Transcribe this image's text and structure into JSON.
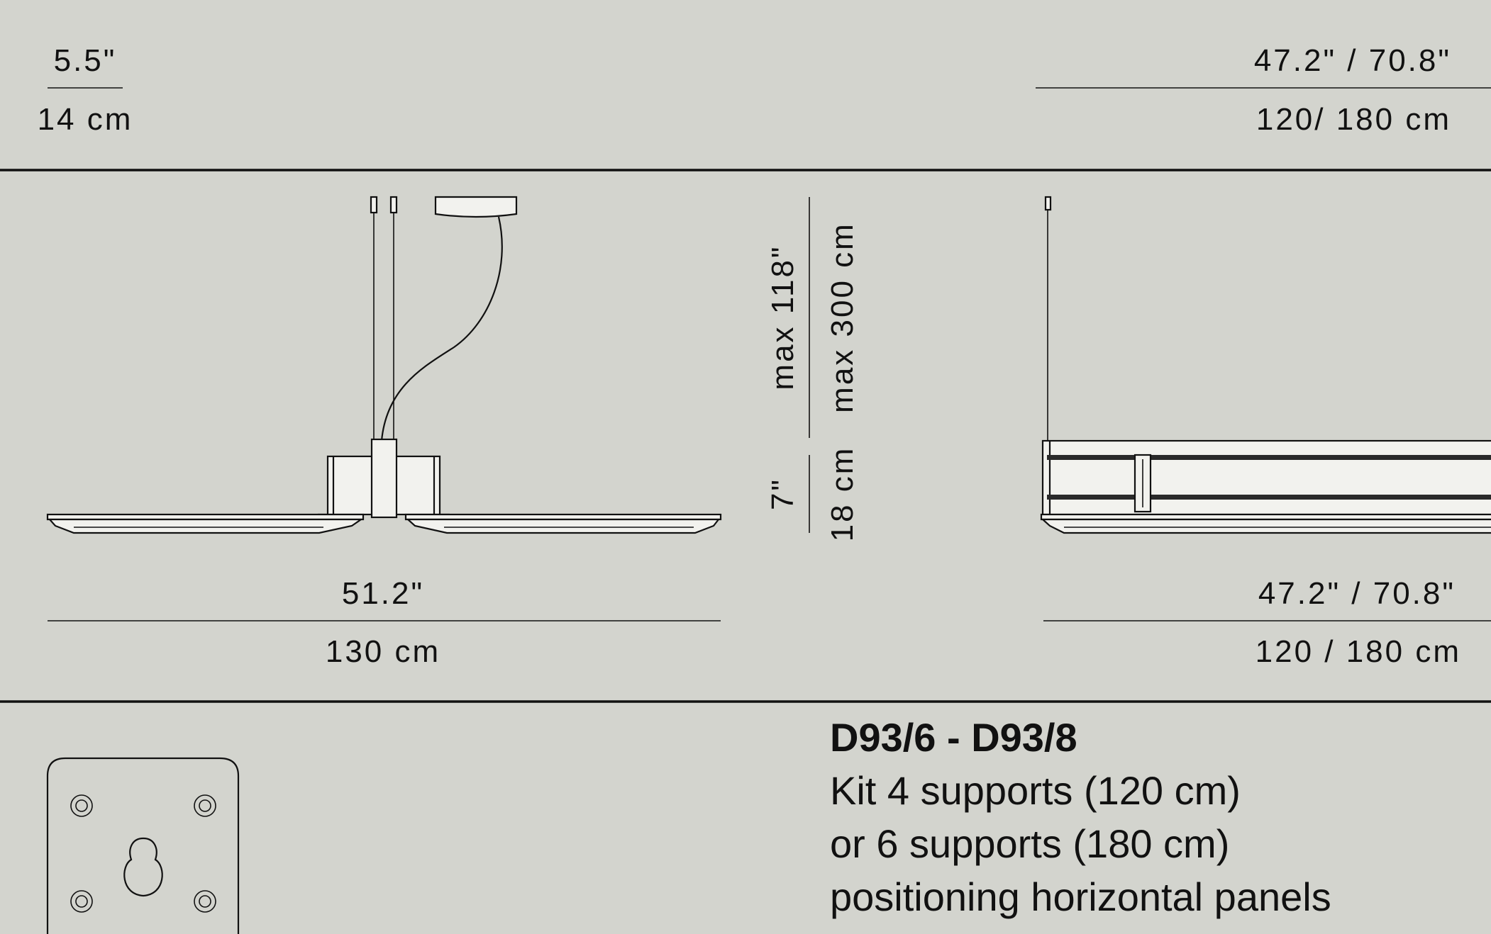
{
  "top": {
    "depth_in": "5.5\"",
    "depth_cm": "14 cm",
    "side_length_in": "47.2\" / 70.8\"",
    "side_length_cm": "120/ 180 cm"
  },
  "middle": {
    "front_width_in": "51.2\"",
    "front_width_cm": "130 cm",
    "max_height_in": "max 118\"",
    "max_height_cm": "max 300 cm",
    "body_height_in": "7\"",
    "body_height_cm": "18 cm",
    "side_length_in": "47.2\" / 70.8\"",
    "side_length_cm": "120 / 180 cm"
  },
  "bottom": {
    "title": "D93/6 - D93/8",
    "line1": "Kit 4 supports (120 cm)",
    "line2": "or 6 supports (180 cm)",
    "line3": "positioning horizontal panels"
  },
  "icons": {
    "mounting_plate": "mounting-plate-icon"
  }
}
